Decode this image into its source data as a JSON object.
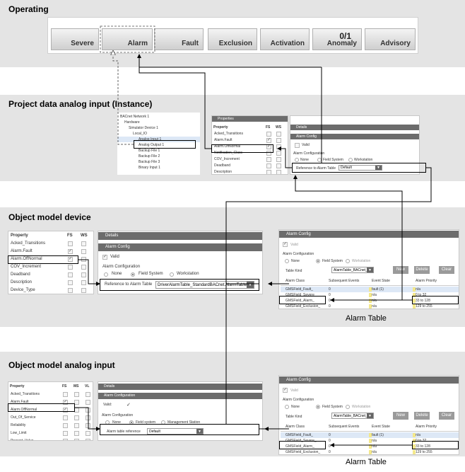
{
  "sections": {
    "operating": "Operating",
    "project": "Project data analog input (Instance)",
    "device": "Object model device",
    "analog": "Object model analog input"
  },
  "operating_buttons": [
    {
      "label": "Severe",
      "count": ""
    },
    {
      "label": "Alarm",
      "count": ""
    },
    {
      "label": "Fault",
      "count": ""
    },
    {
      "label": "Exclusion",
      "count": ""
    },
    {
      "label": "Activation",
      "count": ""
    },
    {
      "label": "Anomaly",
      "count": "0/1"
    },
    {
      "label": "Advisory",
      "count": ""
    }
  ],
  "project": {
    "tree": [
      "BACnet Network 1",
      "Hardware",
      "Simulator Device 1",
      "Local_IO",
      "Analog Input 1",
      "Analog Output 1",
      "Backup File 1",
      "Backup File 2",
      "Backup File 3",
      "Binary Input 1"
    ],
    "properties_header": "Properties",
    "prop_cols": [
      "Property",
      "FS",
      "WS"
    ],
    "props": [
      "Acked_Transitions",
      "Alarm.Fault",
      "Alarm.OffNormal",
      "Notification_Class",
      "COV_Increment",
      "Deadband",
      "Description"
    ],
    "details": "Details",
    "alarm_config": "Alarm Config",
    "valid": "Valid",
    "alarm_configuration": "Alarm Configuration",
    "radios": [
      "None",
      "Field System",
      "Workstation"
    ],
    "ref_label": "Reference to Alarm Table",
    "ref_value": "Default"
  },
  "device": {
    "prop_cols": [
      "Property",
      "FS",
      "WS"
    ],
    "props": [
      "Acked_Transitions",
      "Alarm.Fault",
      "Alarm.OffNormal",
      "COV_Increment",
      "Deadband",
      "Description",
      "Device_Type"
    ],
    "details": "Details",
    "alarm_config": "Alarm Config",
    "valid": "Valid",
    "alarm_configuration": "Alarm Configuration",
    "radios": [
      "None",
      "Field System",
      "Workstation"
    ],
    "ref_label": "Reference to Alarm Table",
    "ref_value": "DriverAlarmTable_StandardBACnet.AlarmTable"
  },
  "device_table": {
    "header": "Alarm Config",
    "valid": "Valid",
    "alarm_configuration": "Alarm Configuration",
    "radios": [
      "None",
      "Field System",
      "Workstation"
    ],
    "table_kind_label": "Table Kind",
    "table_kind_value": "AlarmTable_BACnet_Standard",
    "buttons": [
      "New",
      "Delete",
      "Clear"
    ],
    "columns": [
      "Alarm Class",
      "Subsequent Events",
      "Event State",
      "Alarm Priority"
    ],
    "rows": [
      [
        "GMSField_Fault_",
        "0",
        "fault (1)",
        "n/a"
      ],
      [
        "GMSField_Severe_",
        "0",
        "n/a",
        "0  to  32"
      ],
      [
        "GMSField_Alarm_",
        "0",
        "n/a",
        "33  to  128"
      ],
      [
        "GMSField_Exclusion_",
        "0",
        "n/a",
        "129  to  255"
      ]
    ],
    "caption": "Alarm Table"
  },
  "analog": {
    "prop_cols": [
      "Property",
      "FS",
      "MS",
      "VL"
    ],
    "props": [
      "Acked_Transitions",
      "Alarm.Fault",
      "Alarm.OffNormal",
      "Out_Of_Service",
      "Reliability",
      "Low_Limit",
      "Present_Value"
    ],
    "details": "Details",
    "alarm_config": "Alarm Configuration",
    "valid": "Valid:",
    "alarm_configuration": "Alarm Configuration",
    "radios": [
      "None",
      "Field system",
      "Management Station"
    ],
    "ref_label": "Alarm table reference",
    "ref_value": "Default"
  },
  "analog_table": {
    "header": "Alarm Config",
    "valid": "Valid",
    "alarm_configuration": "Alarm Configuration",
    "radios": [
      "None",
      "Field System",
      "Workstation"
    ],
    "table_kind_label": "Table Kind",
    "table_kind_value": "AlarmTable_BACnet_Standard",
    "buttons": [
      "New",
      "Delete",
      "Clear"
    ],
    "columns": [
      "Alarm Class",
      "Subsequent Events",
      "Event State",
      "Alarm Priority"
    ],
    "rows": [
      [
        "GMSField_Fault_",
        "0",
        "fault (1)",
        "n/a"
      ],
      [
        "GMSField_Severe_",
        "0",
        "n/a",
        "0  to  32"
      ],
      [
        "GMSField_Alarm_",
        "0",
        "n/a",
        "33  to  128"
      ],
      [
        "GMSField_Exclusion_",
        "0",
        "n/a",
        "129  to  255"
      ]
    ],
    "caption": "Alarm Table"
  },
  "colors": {
    "band": "#e4e4e4",
    "header": "#6c6c6c",
    "highlight": "#dde8f6"
  }
}
